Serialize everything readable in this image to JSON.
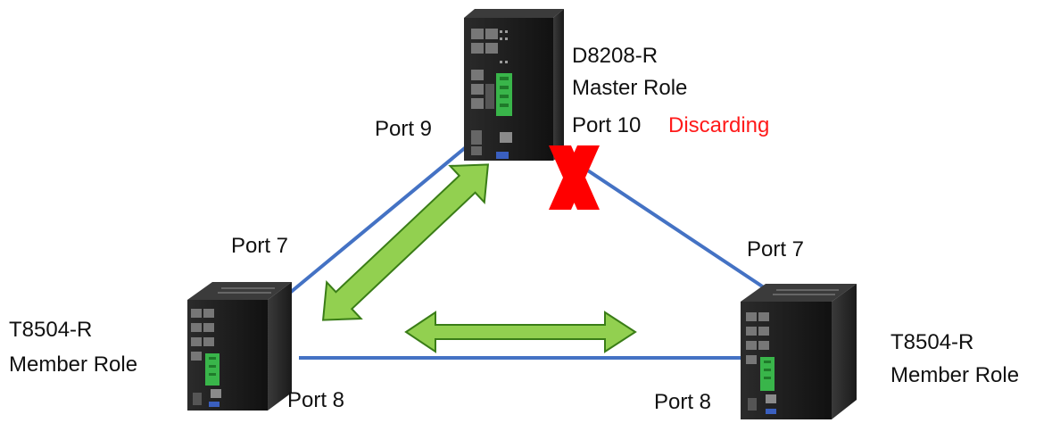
{
  "devices": {
    "master": {
      "model": "D8208-R",
      "role": "Master Role",
      "icon": "industrial-switch-icon"
    },
    "member_left": {
      "model": "T8504-R",
      "role": "Member Role",
      "icon": "industrial-switch-icon"
    },
    "member_right": {
      "model": "T8504-R",
      "role": "Member Role",
      "icon": "industrial-switch-icon"
    }
  },
  "ports": {
    "master_left": "Port 9",
    "master_right": "Port 10",
    "left_top": "Port 7",
    "left_bottom": "Port 8",
    "right_top": "Port 7",
    "right_bottom": "Port 8"
  },
  "status": {
    "blocked_port_state": "Discarding",
    "blocked_marker_icon": "red-x-icon"
  },
  "colors": {
    "link": "#4472c4",
    "arrow_fill": "#92d050",
    "arrow_stroke": "#3a7d17",
    "blocked": "#ff0000",
    "status_text": "#ff1a1a"
  }
}
